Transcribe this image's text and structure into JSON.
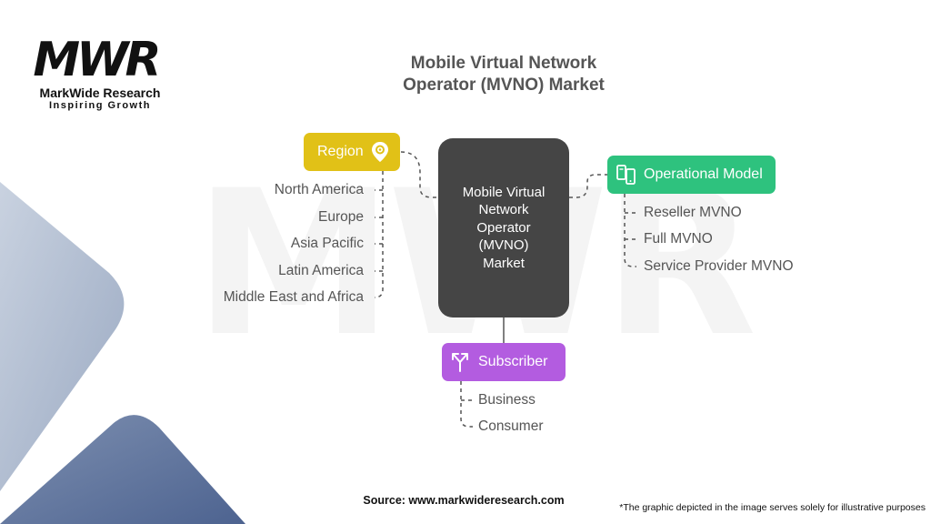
{
  "brand": {
    "logo_mark": "MWR",
    "name": "MarkWide Research",
    "tagline": "Inspiring Growth"
  },
  "title_line1": "Mobile Virtual Network",
  "title_line2": "Operator (MVNO) Market",
  "center_label": "Mobile Virtual Network Operator (MVNO) Market",
  "categories": {
    "region": {
      "label": "Region",
      "icon": "location-gear-icon",
      "color": "#e1c117",
      "items": [
        "North America",
        "Europe",
        "Asia Pacific",
        "Latin America",
        "Middle East and Africa"
      ]
    },
    "operational_model": {
      "label": "Operational Model",
      "icon": "devices-icon",
      "color": "#2ec27e",
      "items": [
        "Reseller MVNO",
        "Full MVNO",
        "Service Provider MVNO"
      ]
    },
    "subscriber": {
      "label": "Subscriber",
      "icon": "split-arrows-icon",
      "color": "#b35ce0",
      "items": [
        "Business",
        "Consumer"
      ]
    }
  },
  "colors": {
    "center_box": "#454545",
    "connector": "#555555",
    "text": "#555555"
  },
  "source": "Source: www.markwideresearch.com",
  "disclaimer": "*The graphic depicted in the image serves solely for illustrative purposes"
}
